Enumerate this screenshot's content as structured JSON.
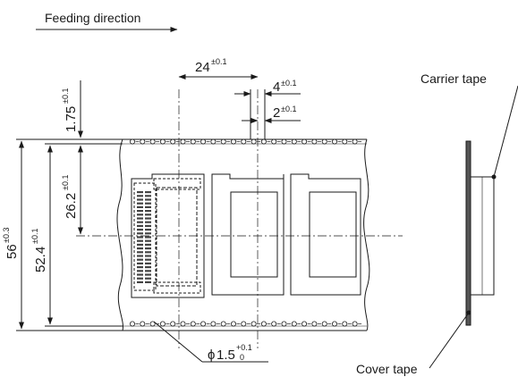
{
  "header": {
    "feeding_direction": "Feeding direction"
  },
  "dimensions": {
    "pitch": {
      "value": "24",
      "tol": "±0.1"
    },
    "hole_pitch": {
      "value": "4",
      "tol": "±0.1"
    },
    "hole_offset": {
      "value": "2",
      "tol": "±0.1"
    },
    "edge_to_hole": {
      "value": "1.75",
      "tol": "±0.1"
    },
    "hole_to_center": {
      "value": "26.2",
      "tol": "±0.1"
    },
    "hole_row_span": {
      "value": "52.4",
      "tol": "±0.1"
    },
    "tape_width": {
      "value": "56",
      "tol": "±0.3"
    },
    "hole_diameter": {
      "symbol": "ϕ",
      "value": "1.5",
      "tol_upper": "+0.1",
      "tol_lower": "0"
    }
  },
  "labels": {
    "carrier_tape": "Carrier tape",
    "cover_tape": "Cover tape"
  },
  "colors": {
    "line": "#1a1a1a",
    "background": "#ffffff"
  }
}
